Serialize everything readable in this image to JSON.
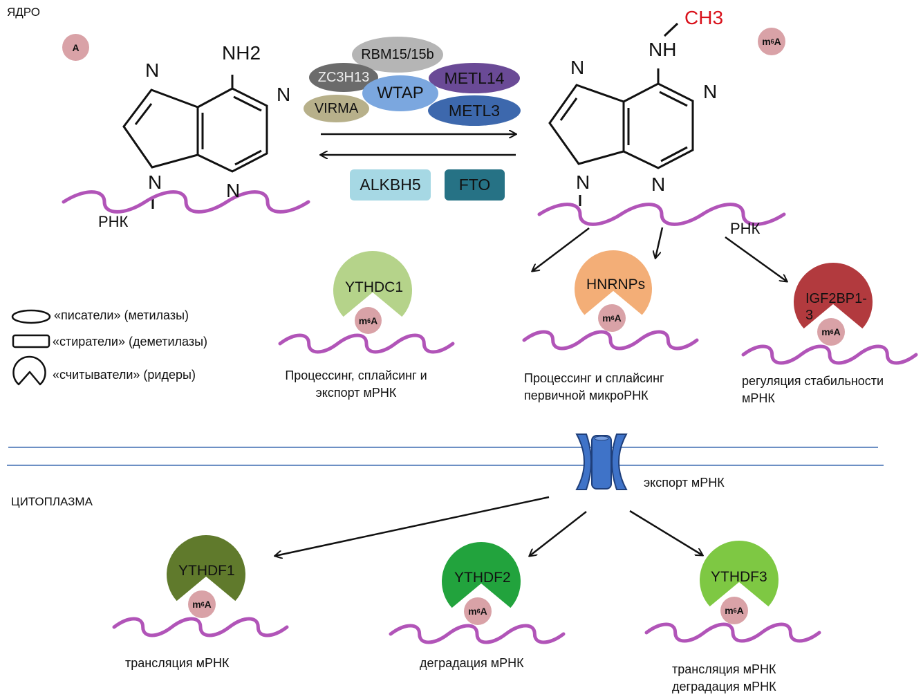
{
  "regions": {
    "nucleus": "ЯДРО",
    "cytoplasm": "ЦИТОПЛАЗМА"
  },
  "badges": {
    "adenosine": "A",
    "m6a_base": "m",
    "m6a_sup": "6",
    "m6a_tail": "A"
  },
  "adenine": {
    "amino": "NH2",
    "n_top": "N",
    "n_right": "N",
    "n_bottom_left": "N",
    "n_bottom_right": "N",
    "rna": "РНК"
  },
  "m6a_molecule": {
    "methyl": "CH3",
    "amino": "NH",
    "n_top": "N",
    "n_right": "N",
    "n_bottom_left": "N",
    "n_bottom_right": "N",
    "rna": "РНК",
    "methyl_color": "#d9111b"
  },
  "writers": [
    {
      "name": "RBM15/15b",
      "color": "#b5b5b5"
    },
    {
      "name": "ZC3H13",
      "color": "#6b6b6b"
    },
    {
      "name": "WTAP",
      "color": "#7ba7df"
    },
    {
      "name": "VIRMA",
      "color": "#b7b08a"
    },
    {
      "name": "METL14",
      "color": "#6a4a96"
    },
    {
      "name": "METL3",
      "color": "#3d68ad"
    }
  ],
  "erasers": [
    {
      "name": "ALKBH5",
      "color": "#a6d8e4"
    },
    {
      "name": "FTO",
      "color": "#267285"
    }
  ],
  "legend": [
    {
      "shape": "ellipse",
      "label": "«писатели» (метилазы)"
    },
    {
      "shape": "rectangle",
      "label": "«стиратели» (деметилазы)"
    },
    {
      "shape": "reader",
      "label": "«считыватели» (ридеры)"
    }
  ],
  "nuclear_readers": [
    {
      "name": "YTHDC1",
      "color": "#b5d38a",
      "caption_lines": [
        "Процессинг, сплайсинг и",
        "экспорт мРНК"
      ]
    },
    {
      "name": "HNRNPs",
      "color": "#f3ae77",
      "caption_lines": [
        "Процессинг и сплайсинг",
        "первичной  микроРНК"
      ]
    },
    {
      "name_lines": [
        "IGF2BP1-",
        "3"
      ],
      "color": "#b23a3e",
      "caption_lines": [
        "регуляция стабильности",
        "мРНК"
      ]
    }
  ],
  "export": {
    "label": "экспорт  мРНК",
    "membrane_color": "#3d6bb0",
    "pore_color": "#3f73c8"
  },
  "cytoplasmic_readers": [
    {
      "name": "YTHDF1",
      "color": "#607a2c",
      "caption_lines": [
        "трансляция мРНК"
      ]
    },
    {
      "name": "YTHDF2",
      "color": "#22a33d",
      "caption_lines": [
        "деградация мРНК"
      ]
    },
    {
      "name": "YTHDF3",
      "color": "#7ec843",
      "caption_lines": [
        "трансляция мРНК",
        "деградация мРНК"
      ]
    }
  ],
  "rna_color": "#b154b8"
}
